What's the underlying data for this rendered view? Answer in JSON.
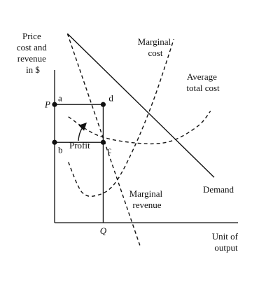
{
  "chart_data": {
    "type": "line",
    "title": "",
    "ylabel": [
      "Price",
      "cost and",
      "revenue",
      "in $"
    ],
    "xlabel": [
      "Unit of",
      "output"
    ],
    "xlim": [
      0,
      10
    ],
    "ylim": [
      0,
      10
    ],
    "grid": false,
    "legend": "none",
    "colors": {
      "ink": "#111111"
    },
    "series": [
      {
        "key": "demand",
        "label": [
          "Demand"
        ],
        "dash": false,
        "points": [
          [
            0.7,
            10.0
          ],
          [
            8.7,
            2.4
          ]
        ]
      },
      {
        "key": "mr",
        "label": [
          "Marginal",
          "revenue"
        ],
        "dash": true,
        "points": [
          [
            0.7,
            10.0
          ],
          [
            4.65,
            -1.2
          ]
        ]
      },
      {
        "key": "mc",
        "label": [
          "Marginal",
          "cost"
        ],
        "dash": true,
        "points": [
          [
            0.75,
            3.2
          ],
          [
            1.5,
            1.6
          ],
          [
            2.4,
            1.47
          ],
          [
            3.3,
            2.1
          ],
          [
            4.3,
            3.9
          ],
          [
            5.4,
            6.5
          ],
          [
            6.5,
            9.7
          ]
        ]
      },
      {
        "key": "atc",
        "label": [
          "Average",
          "total cost"
        ],
        "dash": true,
        "points": [
          [
            0.75,
            5.6
          ],
          [
            2.4,
            4.6
          ],
          [
            4.6,
            4.2
          ],
          [
            6.3,
            4.3
          ],
          [
            7.8,
            5.1
          ],
          [
            8.5,
            5.9
          ]
        ]
      }
    ],
    "points": [
      {
        "label": "a",
        "x": 0,
        "y": 6.25
      },
      {
        "label": "d",
        "x": 2.65,
        "y": 6.25
      },
      {
        "label": "b",
        "x": 0,
        "y": 4.25
      },
      {
        "label": "c",
        "x": 2.65,
        "y": 4.25
      }
    ],
    "tick_labels": {
      "x": {
        "label": "Q",
        "value": 2.65
      },
      "y": {
        "label": "P",
        "value": 6.25
      }
    },
    "annotations": [
      {
        "text": "Profit"
      }
    ]
  }
}
